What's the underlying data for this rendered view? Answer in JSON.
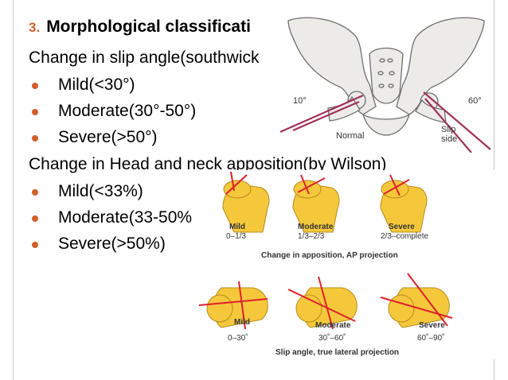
{
  "slide": {
    "heading_number": "3.",
    "heading_text": "Morphological classificati",
    "line1": "Change in slip angle(southwick",
    "slip_angle_items": [
      "Mild(<30°)",
      "Moderate(30°-50°)",
      "Severe(>50°)"
    ],
    "line2": "Change in Head and neck apposition(by Wilson)",
    "apposition_items": [
      "Mild(<33%)",
      "Moderate(33-50%",
      "Severe(>50%)"
    ]
  },
  "pelvis_figure": {
    "angle_left": "10°",
    "angle_right": "60°",
    "label_normal": "Normal",
    "label_slip_side": [
      "Slip",
      "side"
    ]
  },
  "apposition_figure": {
    "grades": [
      {
        "name": "Mild",
        "range": "0–1/3"
      },
      {
        "name": "Moderate",
        "range": "1/3–2/3"
      },
      {
        "name": "Severe",
        "range": "2/3–complete"
      }
    ],
    "caption": "Change in apposition, AP projection"
  },
  "lateral_figure": {
    "grades": [
      {
        "name": "Mild",
        "range": "0–30˚"
      },
      {
        "name": "Moderate",
        "range": "30˚–60˚"
      },
      {
        "name": "Severe",
        "range": "60˚–90˚"
      }
    ],
    "caption": "Slip angle, true lateral projection"
  },
  "colors": {
    "accent": "#d25f2a",
    "bone_fill": "#f5c83c",
    "bone_stroke": "#b88a18",
    "line_red": "#e0202a",
    "pelvis_line": "#a0325a"
  }
}
